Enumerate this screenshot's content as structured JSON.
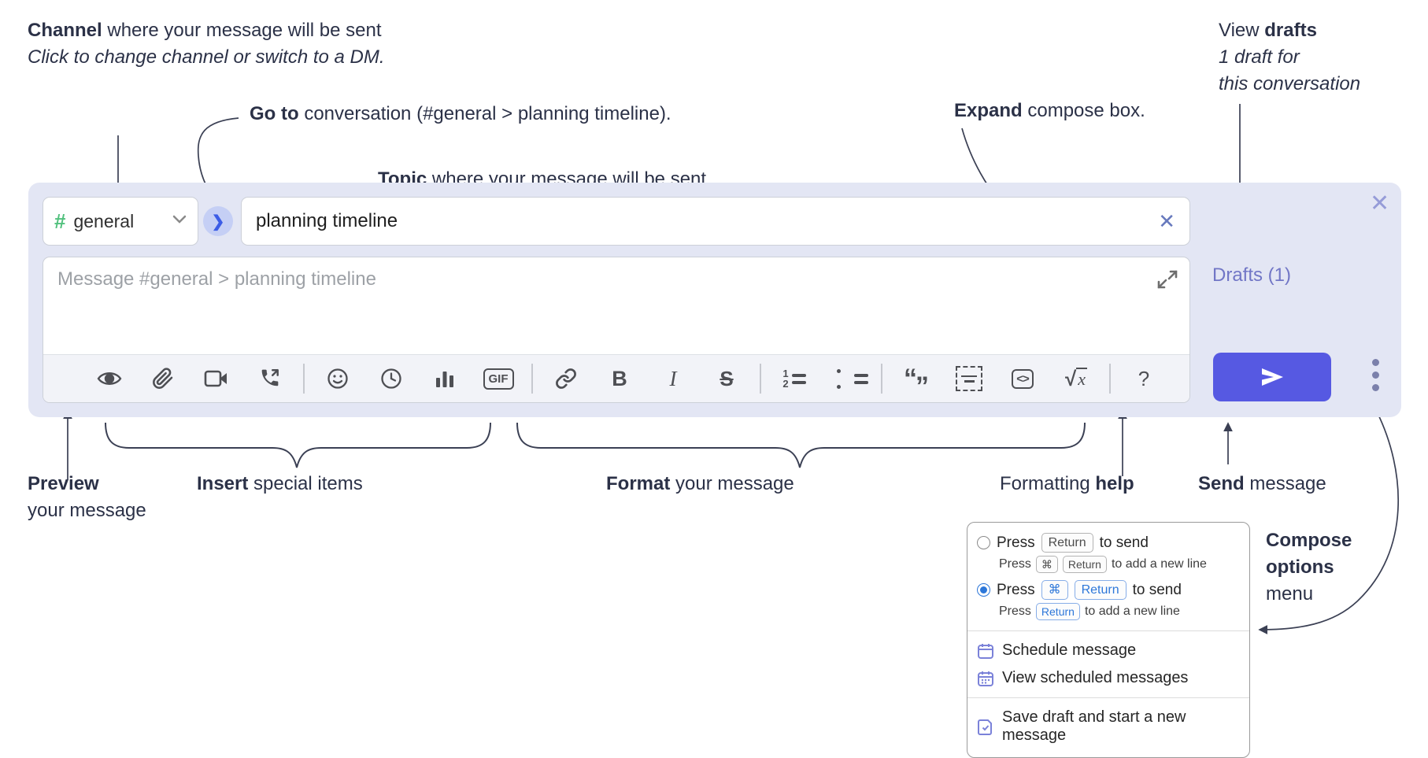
{
  "accent_colors": {
    "compose_bg": "#e3e6f4",
    "send_button": "#5659e2",
    "channel_hash": "#52c17e",
    "goto_circle_bg": "#c5cff5",
    "goto_chevron": "#3c5ce6",
    "drafts_link": "#7176c6",
    "popup_icon_purple": "#7b82d9",
    "radio_selected_blue": "#2d77d9",
    "annotation_text": "#2b3147"
  },
  "annotations": {
    "channel": {
      "bold": "Channel",
      "rest": " where your message will be sent",
      "sub": "Click to change channel or switch to a DM."
    },
    "goto": {
      "bold": "Go to",
      "rest": " conversation (#general > planning timeline)."
    },
    "topic": {
      "bold": "Topic",
      "rest": " where your message will be sent"
    },
    "expand": {
      "bold": "Expand",
      "rest": " compose box."
    },
    "drafts": {
      "pre": "View ",
      "bold": "drafts",
      "sub1": "1 draft for",
      "sub2": "this conversation"
    },
    "preview": {
      "bold": "Preview",
      "line2": "your message"
    },
    "insert": {
      "bold": "Insert",
      "rest": " special items"
    },
    "format": {
      "bold": "Format",
      "rest": " your message"
    },
    "help": {
      "pre": "Formatting ",
      "bold": "help"
    },
    "send": {
      "bold": "Send",
      "rest": " message"
    },
    "compose_options": {
      "bold1": "Compose",
      "bold2": "options",
      "line3": "menu"
    }
  },
  "compose": {
    "channel": {
      "hash": "#",
      "name": "general"
    },
    "goto_chevron": "❯",
    "topic": {
      "value": "planning timeline",
      "clear": "✕"
    },
    "close": "✕",
    "message": {
      "placeholder": "Message #general > planning timeline"
    },
    "drafts_label": "Drafts (1)",
    "toolbar": {
      "glyphs": {
        "bold": "B",
        "italic": "I",
        "strike": "S",
        "gif": "GIF",
        "num1": "1",
        "num2": "2",
        "quote_open": "“",
        "quote_close": "”",
        "code": "<>",
        "sqrt": "√",
        "x": "x",
        "help": "?"
      }
    }
  },
  "popup": {
    "option1": {
      "press": "Press",
      "key": "Return",
      "after": "to send",
      "sub": {
        "press": "Press",
        "key1": "⌘",
        "key2": "Return",
        "after": "to add a new line"
      }
    },
    "option2": {
      "press": "Press",
      "key1": "⌘",
      "key2": "Return",
      "after": "to send",
      "sub": {
        "press": "Press",
        "key": "Return",
        "after": "to add a new line"
      }
    },
    "items": {
      "schedule": "Schedule message",
      "view_scheduled": "View scheduled messages",
      "save_draft": "Save draft and start a new message"
    }
  }
}
